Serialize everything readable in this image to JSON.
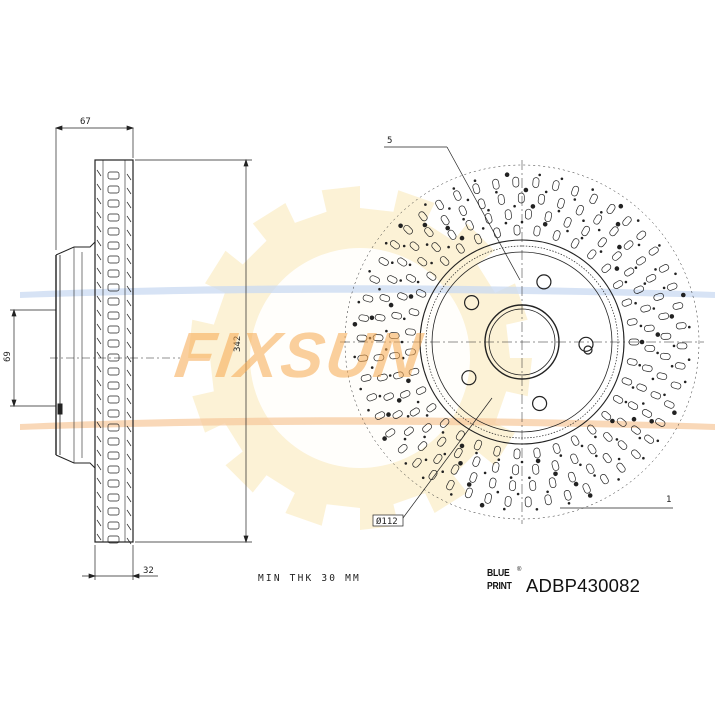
{
  "drawing": {
    "dimensions": {
      "overall_height": "67",
      "hub_width": "69",
      "diameter": "342",
      "thickness": "32",
      "bolt_circle": "Ø112"
    },
    "callouts": {
      "item_5": "5",
      "item_1": "1"
    },
    "note": "MIN THK 30 MM"
  },
  "brand": {
    "logo_line1": "BLUE",
    "logo_line2": "PRINT",
    "logo_mark": "®",
    "part_number": "ADBP430082"
  },
  "watermark": {
    "text": "FIXSUN",
    "color": "#f6a84e",
    "accent": "#f5d98a"
  }
}
